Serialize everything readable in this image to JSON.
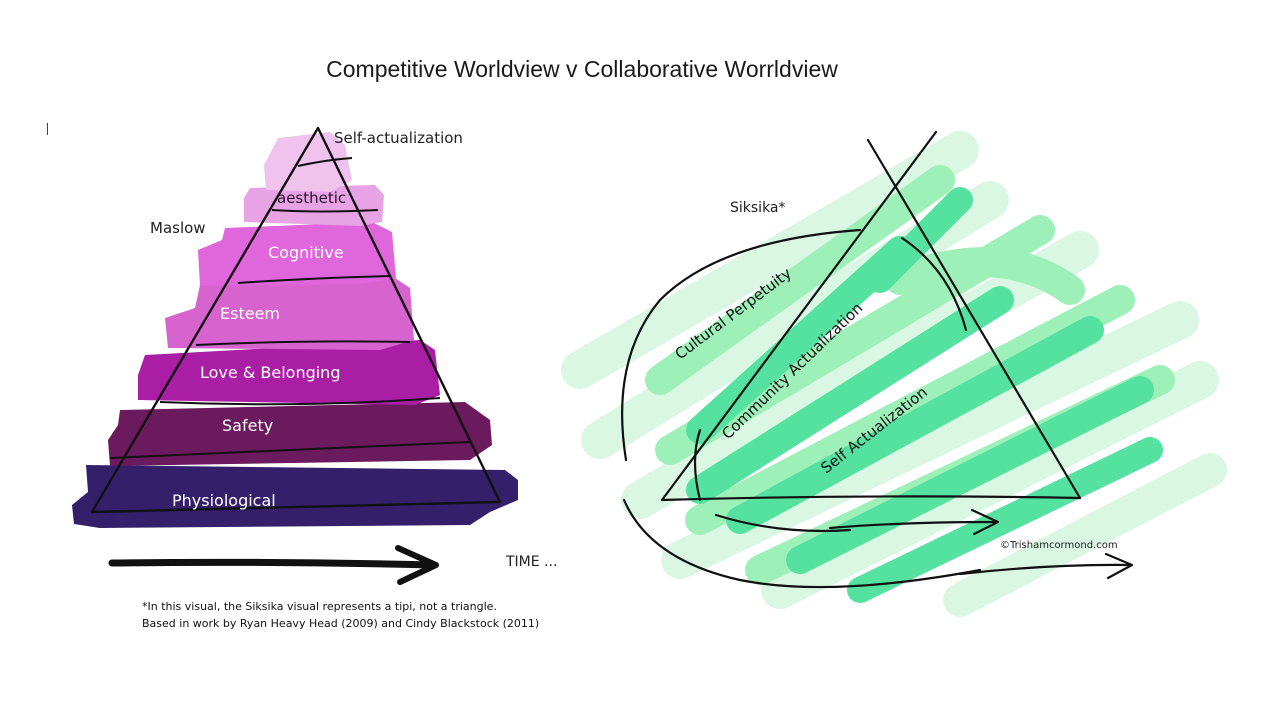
{
  "slide": {
    "title": "Competitive Worldview v Collaborative Worrldview"
  },
  "maslow": {
    "label": "Maslow",
    "levels": [
      {
        "name": "Self-actualization",
        "color": "#f0c2ee"
      },
      {
        "name": "aesthetic",
        "color": "#e8a3e4"
      },
      {
        "name": "Cognitive",
        "color": "#e066dc"
      },
      {
        "name": "Esteem",
        "color": "#d763cf"
      },
      {
        "name": "Love & Belonging",
        "color": "#aa1ea6"
      },
      {
        "name": "Safety",
        "color": "#6b1a5e"
      },
      {
        "name": "Physiological",
        "color": "#34206a"
      }
    ],
    "axis_label": "TIME ..."
  },
  "siksika": {
    "label": "Siksika*",
    "labels": {
      "cultural": "Cultural Perpetuity",
      "community": "Community Actualization",
      "self": "Self Actualization"
    },
    "colors": {
      "light": "#d9f7e3",
      "mid": "#9ef0b9",
      "strong": "#55e2a1"
    },
    "credit": "©Trishamcormond.com"
  },
  "footnote": {
    "line1": "*In this visual, the Siksika visual represents a tipi, not a triangle.",
    "line2": "Based in work by Ryan Heavy Head (2009) and Cindy Blackstock (2011)"
  }
}
